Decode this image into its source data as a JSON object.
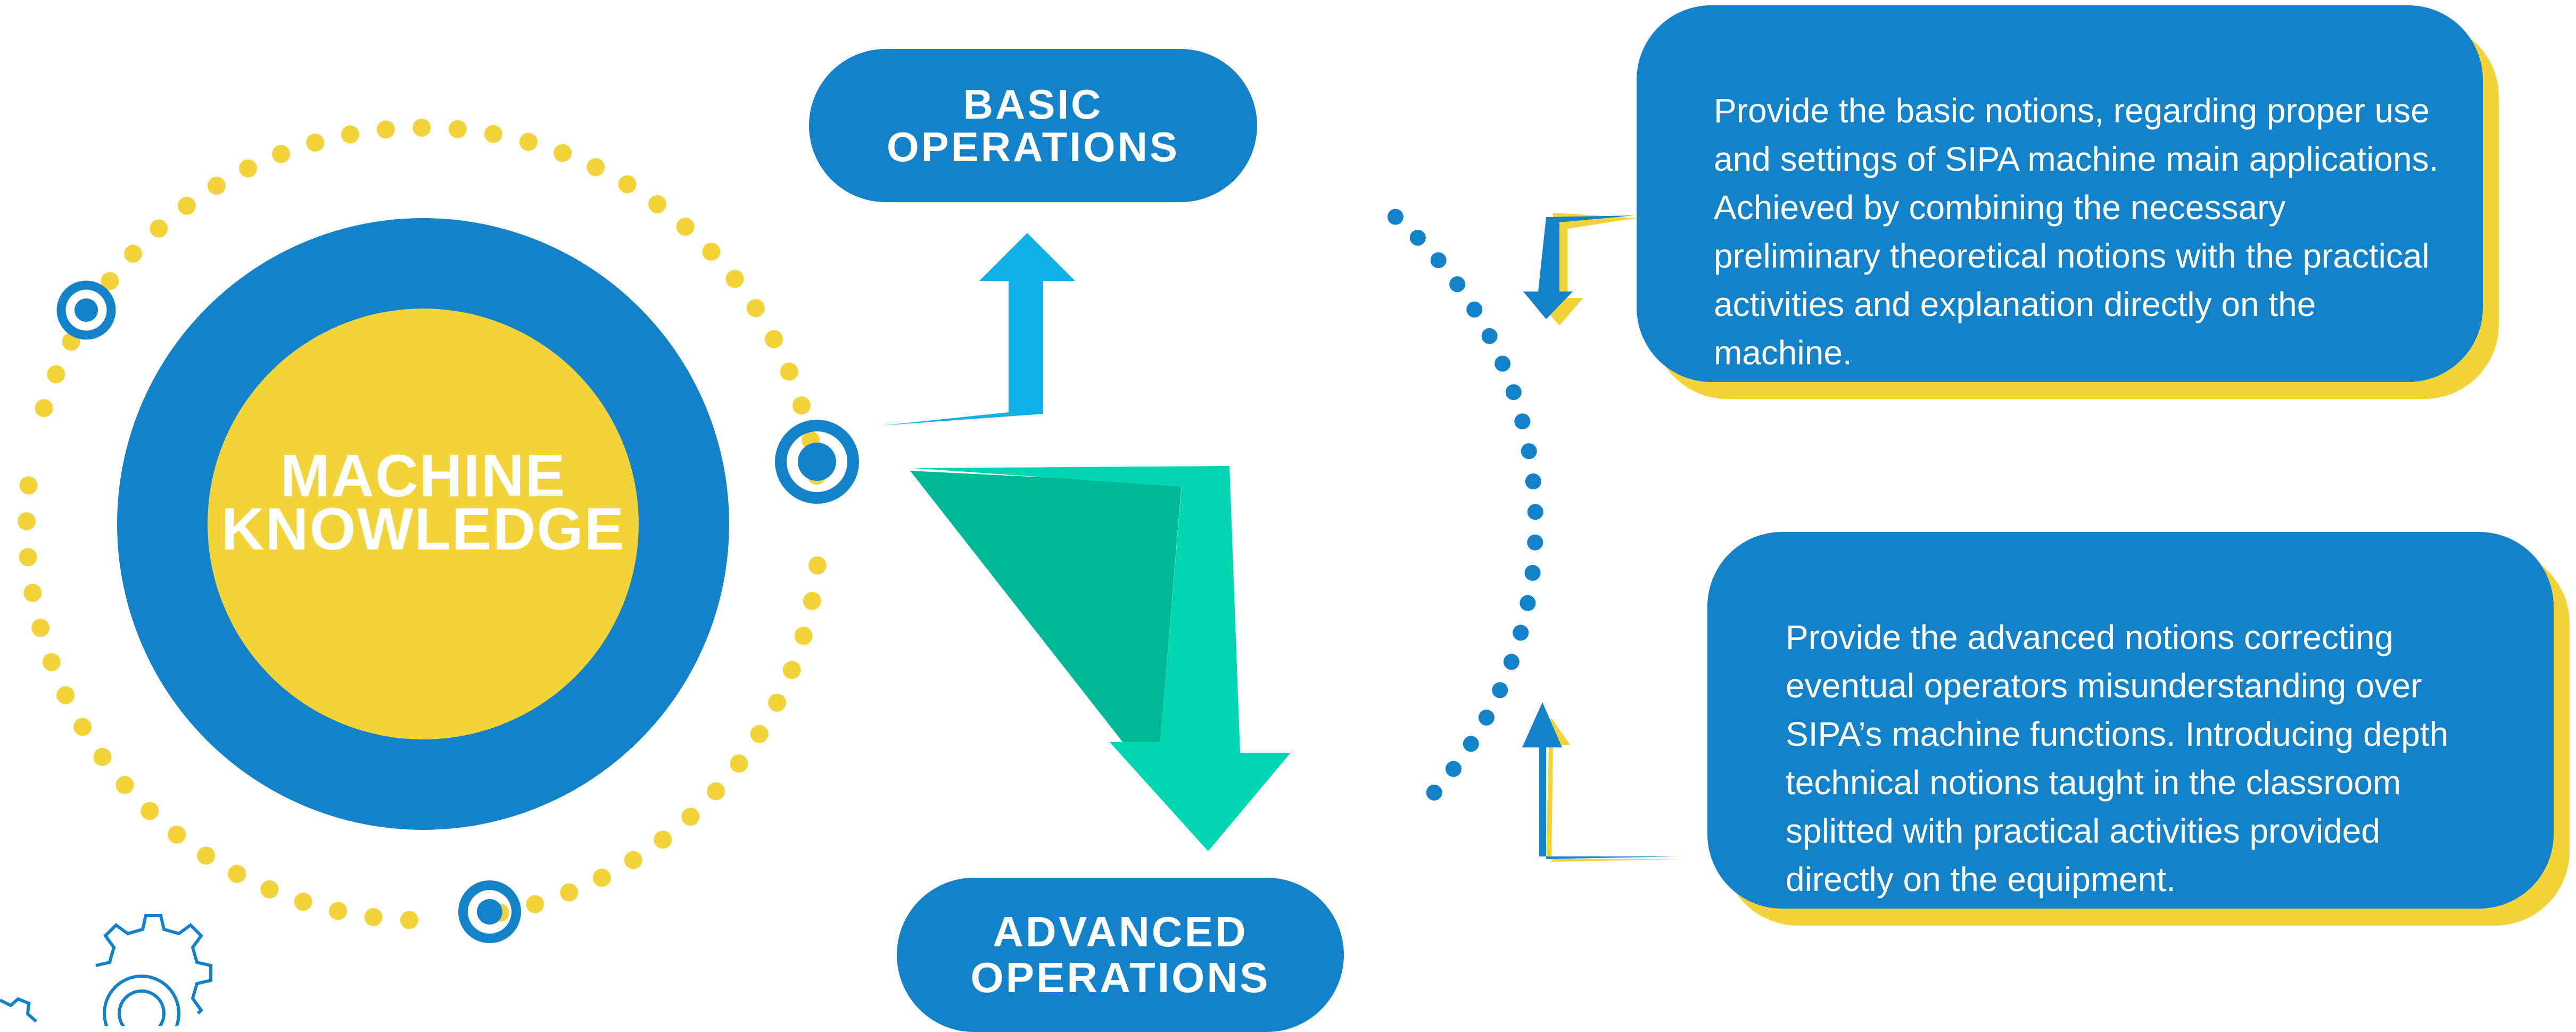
{
  "colors": {
    "blue": "#1482c8",
    "yellow": "#f2d43a",
    "light_blue_arrow": "#0fb2e6",
    "teal_arrow": "#00d7b0",
    "teal_shadow": "#00b797",
    "white": "#ffffff"
  },
  "center": {
    "line1": "MACHINE",
    "line2": "KNOWLEDGE"
  },
  "basic": {
    "line1": "BASIC",
    "line2": "OPERATIONS",
    "description": "Provide the basic notions, regarding proper use\nand settings of SIPA machine main applications.\nAchieved by combining the necessary\npreliminary theoretical notions with the practical\nactivities and explanation directly on the\nmachine."
  },
  "advanced": {
    "line1": "ADVANCED",
    "line2": "OPERATIONS",
    "description": "Provide the advanced notions correcting\neventual operators misunderstanding over\nSIPA’s machine functions. Introducing depth\ntechnical notions taught in the classroom\nsplitted with practical activities provided\ndirectly on the equipment."
  },
  "icons": {
    "gear": "gear-icon",
    "arrow_up": "arrow-up-icon",
    "arrow_down": "arrow-down-icon",
    "ring": "ring-icon"
  }
}
